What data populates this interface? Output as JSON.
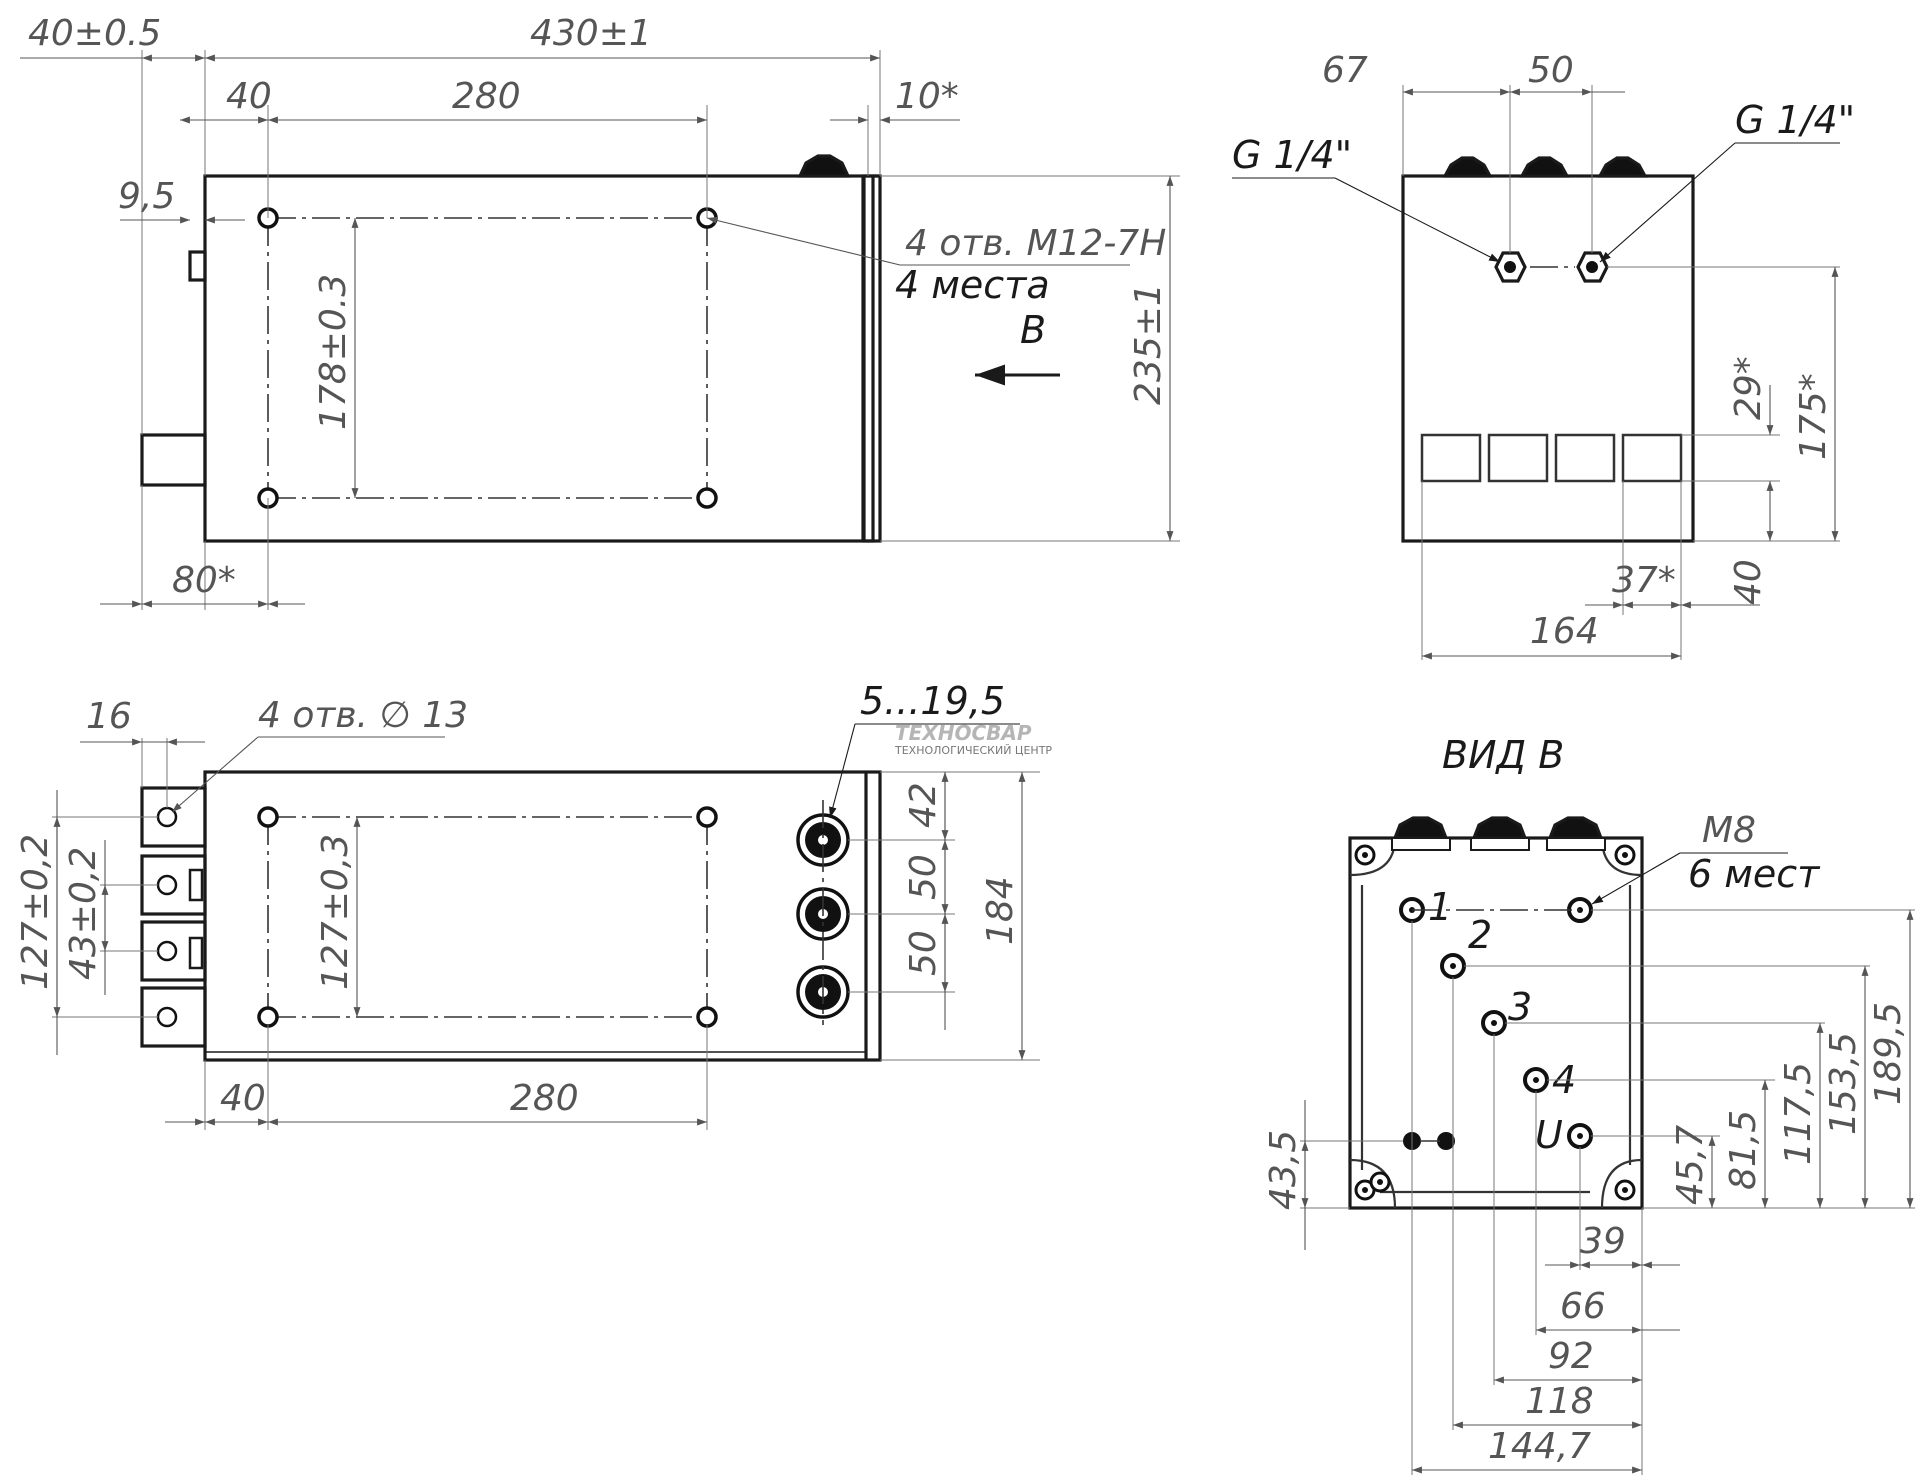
{
  "views": {
    "front": {
      "overall_length": "430±1",
      "offset": "40±0.5",
      "holes_x_offset": "40",
      "holes_span": "280",
      "end_cap": "10*",
      "edge_offset": "9,5",
      "holes_y_span": "178±0.3",
      "height": "235±1",
      "foot_offset": "80*",
      "thread_note": "4 отв. М12-7Н",
      "thread_places": "4 места",
      "view_arrow_label": "B"
    },
    "side": {
      "left_offset": "67",
      "fitting_span": "50",
      "fitting_left": "G 1/4\"",
      "fitting_right": "G 1/4\"",
      "dim_29": "29*",
      "dim_175": "175*",
      "dim_37": "37*",
      "dim_40": "40",
      "dim_164": "164"
    },
    "top": {
      "lug_width": "16",
      "lug_holes_note": "4 отв. ∅ 13",
      "terminal_range": "5...19,5",
      "lug_outer": "127±0,2",
      "lug_inner": "43±0,2",
      "holes_y_span": "127±0,3",
      "pitch_42": "42",
      "pitch_50a": "50",
      "pitch_50b": "50",
      "width": "184",
      "holes_x_offset": "40",
      "holes_span": "280"
    },
    "view_b": {
      "title": "ВИД В",
      "thread_note": "M8",
      "thread_places": "6 мест",
      "terminal_labels": [
        "1",
        "2",
        "3",
        "4",
        "U"
      ],
      "dims_vertical": [
        "189,5",
        "153,5",
        "117,5",
        "81,5",
        "45,7",
        "43,5"
      ],
      "dims_horizontal": [
        "39",
        "66",
        "92",
        "118",
        "144,7"
      ]
    }
  },
  "logo": {
    "name": "ТЕХНОСВАР",
    "subtitle": "ТЕХНОЛОГИЧЕСКИЙ ЦЕНТР"
  }
}
